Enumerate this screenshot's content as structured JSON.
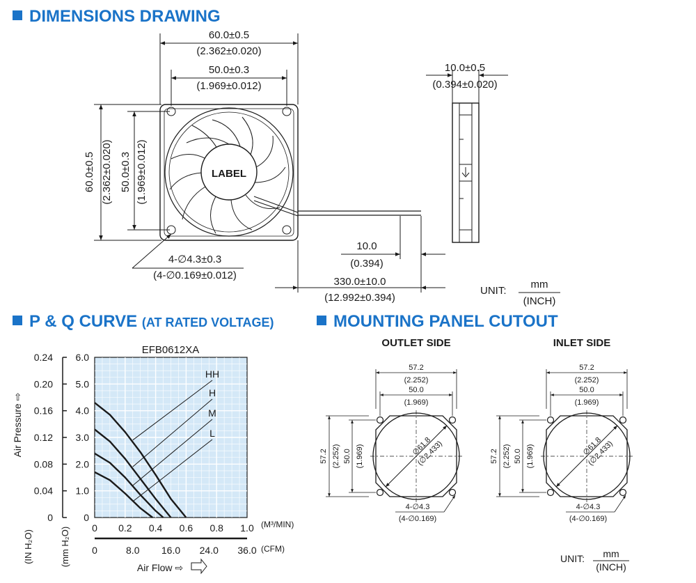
{
  "headings": {
    "dimensions": "DIMENSIONS DRAWING",
    "pq_main": "P & Q CURVE",
    "pq_sub": "(AT RATED VOLTAGE)",
    "mounting": "MOUNTING PANEL CUTOUT"
  },
  "dimensions": {
    "outer_width": "60.0±0.5",
    "outer_width_inch": "(2.362±0.020)",
    "hole_spacing": "50.0±0.3",
    "hole_spacing_inch": "(1.969±0.012)",
    "outer_height": "60.0±0.5",
    "outer_height_inch": "(2.362±0.020)",
    "hole_spacing_v": "50.0±0.3",
    "hole_spacing_v_inch": "(1.969±0.012)",
    "label": "LABEL",
    "holes": "4-∅4.3±0.3",
    "holes_inch": "(4-∅0.169±0.012)",
    "thickness": "10.0±0.5",
    "thickness_inch": "(0.394±0.020)",
    "lead_strip": "10.0",
    "lead_strip_inch": "(0.394)",
    "lead_length": "330.0±10.0",
    "lead_length_inch": "(12.992±0.394)",
    "unit_label": "UNIT:",
    "unit_mm": "mm",
    "unit_inch": "(INCH)"
  },
  "pq": {
    "title": "EFB0612XA",
    "ylabel": "Air Pressure ⇨",
    "yunit_in": "(IN H₂O)",
    "yunit_mm": "(mm H₂O)",
    "xlabel": "Air Flow ⇨",
    "xunit_m3": "(M³/MIN)",
    "xunit_cfm": "(CFM)"
  },
  "chart_data": {
    "type": "line",
    "title": "EFB0612XA",
    "xlabel": "Air Flow",
    "ylabel": "Air Pressure",
    "x_unit": "M³/MIN",
    "y_unit": "mm H₂O",
    "xlim": [
      0,
      1.0
    ],
    "ylim": [
      0,
      6.0
    ],
    "x_ticks": [
      "0",
      "0.2",
      "0.4",
      "0.6",
      "0.8",
      "1.0"
    ],
    "y_ticks_mm": [
      "0",
      "1.0",
      "2.0",
      "3.0",
      "4.0",
      "5.0",
      "6.0"
    ],
    "y_ticks_in": [
      "0",
      "0.04",
      "0.08",
      "0.12",
      "0.16",
      "0.20",
      "0.24"
    ],
    "cfm_ticks": [
      "0",
      "8.0",
      "16.0",
      "24.0",
      "36.0"
    ],
    "grid": true,
    "series": [
      {
        "name": "HH",
        "x": [
          0,
          0.1,
          0.2,
          0.3,
          0.4,
          0.5,
          0.6
        ],
        "y": [
          4.3,
          3.85,
          3.2,
          2.45,
          1.6,
          0.7,
          0
        ]
      },
      {
        "name": "H",
        "x": [
          0,
          0.1,
          0.2,
          0.3,
          0.4,
          0.5
        ],
        "y": [
          3.3,
          2.85,
          2.2,
          1.45,
          0.7,
          0
        ]
      },
      {
        "name": "M",
        "x": [
          0,
          0.1,
          0.2,
          0.3,
          0.4,
          0.45
        ],
        "y": [
          2.4,
          2.05,
          1.5,
          0.85,
          0.25,
          0
        ]
      },
      {
        "name": "L",
        "x": [
          0,
          0.1,
          0.2,
          0.3,
          0.38
        ],
        "y": [
          1.7,
          1.4,
          0.9,
          0.35,
          0
        ]
      }
    ]
  },
  "mounting": {
    "outlet_title": "OUTLET SIDE",
    "inlet_title": "INLET SIDE",
    "outer": "57.2",
    "outer_inch": "(2.252)",
    "inner": "50.0",
    "inner_inch": "(1.969)",
    "dia": "∅61.8",
    "dia_inch": "(∅2.433)",
    "holes": "4-∅4.3",
    "holes_inch": "(4-∅0.169)",
    "unit_label": "UNIT:",
    "unit_mm": "mm",
    "unit_inch": "(INCH)"
  }
}
